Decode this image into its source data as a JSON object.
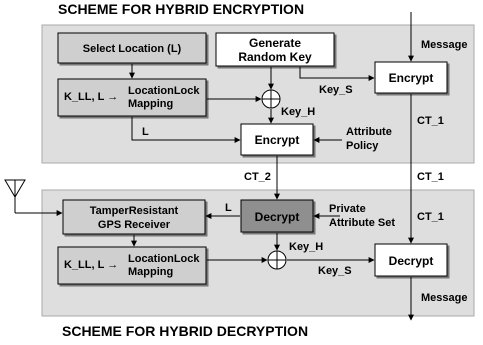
{
  "top_title": "SCHEME FOR HYBRID ENCRYPTION",
  "bottom_title": "SCHEME FOR HYBRID DECRYPTION",
  "encryption": {
    "select_location": "Select Location (L)",
    "generate_key_line1": "Generate",
    "generate_key_line2": "Random Key",
    "mapping_input": "K_LL, L →",
    "mapping_line1": "LocationLock",
    "mapping_line2": "Mapping",
    "encrypt_top": "Encrypt",
    "encrypt_mid": "Encrypt",
    "key_s": "Key_S",
    "key_h": "Key_H",
    "l": "L",
    "ct_1": "CT_1",
    "attribute_line1": "Attribute",
    "attribute_line2": "Policy",
    "message": "Message"
  },
  "between": {
    "ct_2": "CT_2",
    "ct_1": "CT_1"
  },
  "decryption": {
    "gps_line1": "TamperResistant",
    "gps_line2": "GPS Receiver",
    "l": "L",
    "decrypt_mid": "Decrypt",
    "private_line1": "Private",
    "private_line2": "Attribute Set",
    "ct_1": "CT_1",
    "key_h": "Key_H",
    "key_s": "Key_S",
    "mapping_input": "K_LL, L →",
    "mapping_line1": "LocationLock",
    "mapping_line2": "Mapping",
    "decrypt_right": "Decrypt",
    "message": "Message"
  },
  "colors": {
    "panel": "#dedede",
    "box": "#cfcfcf",
    "white_box": "#ffffff",
    "dark_box": "#8f8f8f"
  }
}
